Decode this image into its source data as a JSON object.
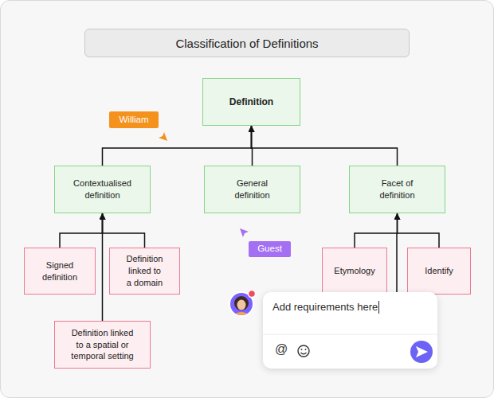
{
  "diagram": {
    "title": "Classification of Definitions",
    "nodes": [
      {
        "text": [
          "Definition"
        ]
      },
      {
        "text": [
          "William"
        ]
      },
      {
        "text": [
          "Contextualised definition"
        ]
      },
      {
        "text": [
          "General definition"
        ]
      },
      {
        "text": [
          "Facet of definition"
        ]
      },
      {
        "text": [
          "Signed definition"
        ]
      },
      {
        "text": [
          "Definition linked to a domain"
        ]
      },
      {
        "text": [
          "Guest"
        ]
      },
      {
        "text": [
          "Etymology"
        ]
      },
      {
        "text": [
          "Identify"
        ]
      },
      {
        "text": [
          "Definition linked to a spatial or temporal setting"
        ]
      },
      {
        "text": [
          "Add requirements here",
          "@"
        ]
      }
    ],
    "edges": [
      {
        "from": 2,
        "to": 0,
        "arrow": "to"
      },
      {
        "from": 3,
        "to": 0,
        "arrow": "to"
      },
      {
        "from": 4,
        "to": 0,
        "arrow": "to"
      },
      {
        "from": 5,
        "to": 2,
        "arrow": "to"
      },
      {
        "from": 6,
        "to": 2,
        "arrow": "to"
      },
      {
        "from": 10,
        "to": 2,
        "arrow": "to"
      },
      {
        "from": 8,
        "to": 4,
        "arrow": "to"
      },
      {
        "from": 9,
        "to": 4,
        "arrow": "to"
      }
    ]
  }
}
